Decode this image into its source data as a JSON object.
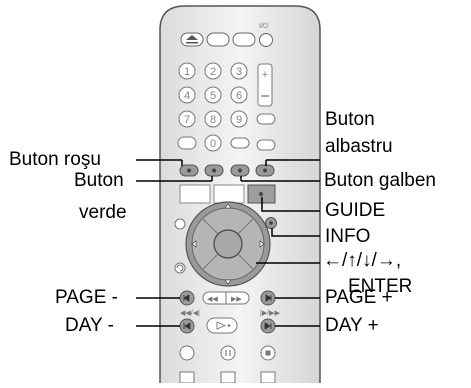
{
  "labels": {
    "red_button": "Buton roşu",
    "green_button_line1": "Buton",
    "green_button_line2": "verde",
    "blue_button_line1": "Buton",
    "blue_button_line2": "albastru",
    "yellow_button": "Buton galben",
    "guide": "GUIDE",
    "info": "INFO",
    "arrows": "←/↑/↓/→,",
    "enter": "ENTER",
    "page_minus": "PAGE -",
    "page_plus": "PAGE +",
    "day_minus": "DAY -",
    "day_plus": "DAY +"
  },
  "keypad": [
    "1",
    "2",
    "3",
    "4",
    "5",
    "6",
    "7",
    "8",
    "9",
    "0"
  ],
  "small_marks": {
    "power": "I/⏻",
    "rewind": "◀◀/◀|",
    "forward": "|▶/▶▶"
  }
}
